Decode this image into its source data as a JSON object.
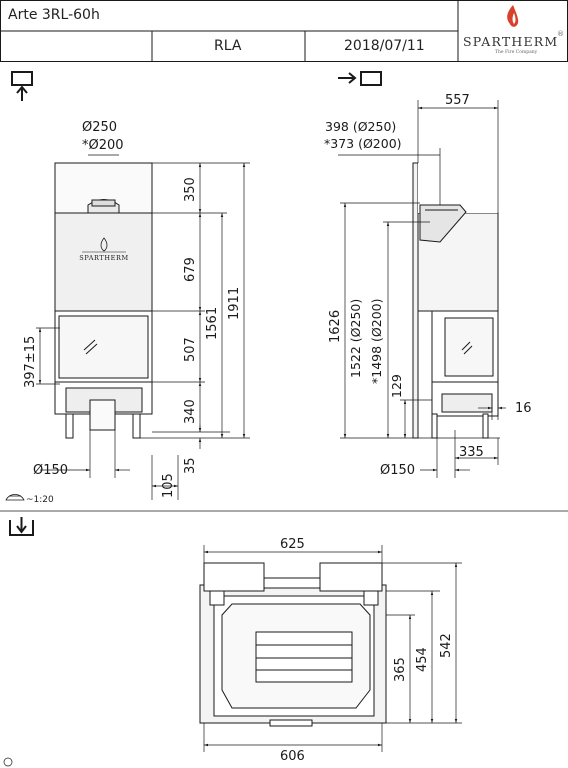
{
  "title_block": {
    "model": "Arte 3RL-60h",
    "variant": "RLA",
    "date": "2018/07/11",
    "brand": "SPARTHERM",
    "brand_tagline": "The Fire Company",
    "registered_mark": "®"
  },
  "scale": "~1:20",
  "front_view": {
    "flue_diameter": "Ø250",
    "flue_diameter_alt": "*Ø200",
    "door_brand": "SPARTHERM",
    "dim_350": "350",
    "dim_679": "679",
    "dim_507": "507",
    "dim_340": "340",
    "dim_35": "35",
    "dim_1561": "1561",
    "dim_1911": "1911",
    "dim_397": "397±15",
    "air_inlet": "Ø150",
    "dim_105": "105"
  },
  "side_view": {
    "dim_557": "557",
    "dim_398": "398 (Ø250)",
    "dim_373": "*373 (Ø200)",
    "dim_1626": "1626",
    "dim_1522": "1522 (Ø250)",
    "dim_1498": "*1498 (Ø200)",
    "dim_129": "129",
    "dim_16": "16",
    "dim_335": "335",
    "air_inlet": "Ø150"
  },
  "top_view": {
    "dim_625": "625",
    "dim_606": "606",
    "dim_365": "365",
    "dim_454": "454",
    "dim_542": "542"
  },
  "colors": {
    "line": "#1a1a1a",
    "flame": "#d8402a",
    "body_gray": "#e9e9e9"
  }
}
